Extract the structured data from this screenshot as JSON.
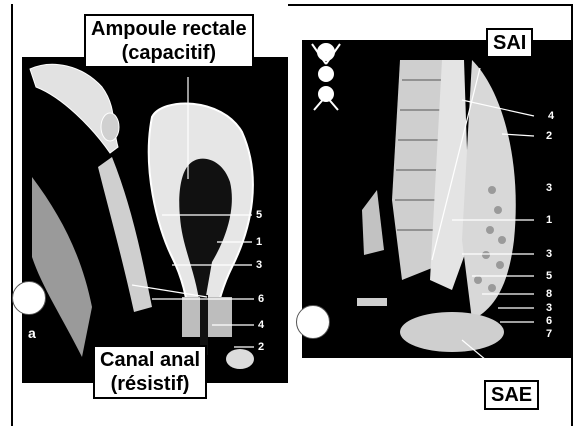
{
  "left_figure": {
    "callout_top_line1": "Ampoule rectale",
    "callout_top_line2": "(capacitif)",
    "callout_bottom_line1": "Canal anal",
    "callout_bottom_line2": "(résistif)",
    "panel_letter": "a",
    "numbers": [
      "5",
      "1",
      "3",
      "6",
      "4",
      "2"
    ]
  },
  "right_figure": {
    "callout_top": "SAI",
    "callout_bottom": "SAE",
    "numbers": [
      "4",
      "2",
      "3",
      "1",
      "3",
      "5",
      "8",
      "3",
      "6",
      "7"
    ]
  },
  "colors": {
    "background": "#ffffff",
    "panel": "#000000",
    "drawing": "#e8e8e8"
  }
}
